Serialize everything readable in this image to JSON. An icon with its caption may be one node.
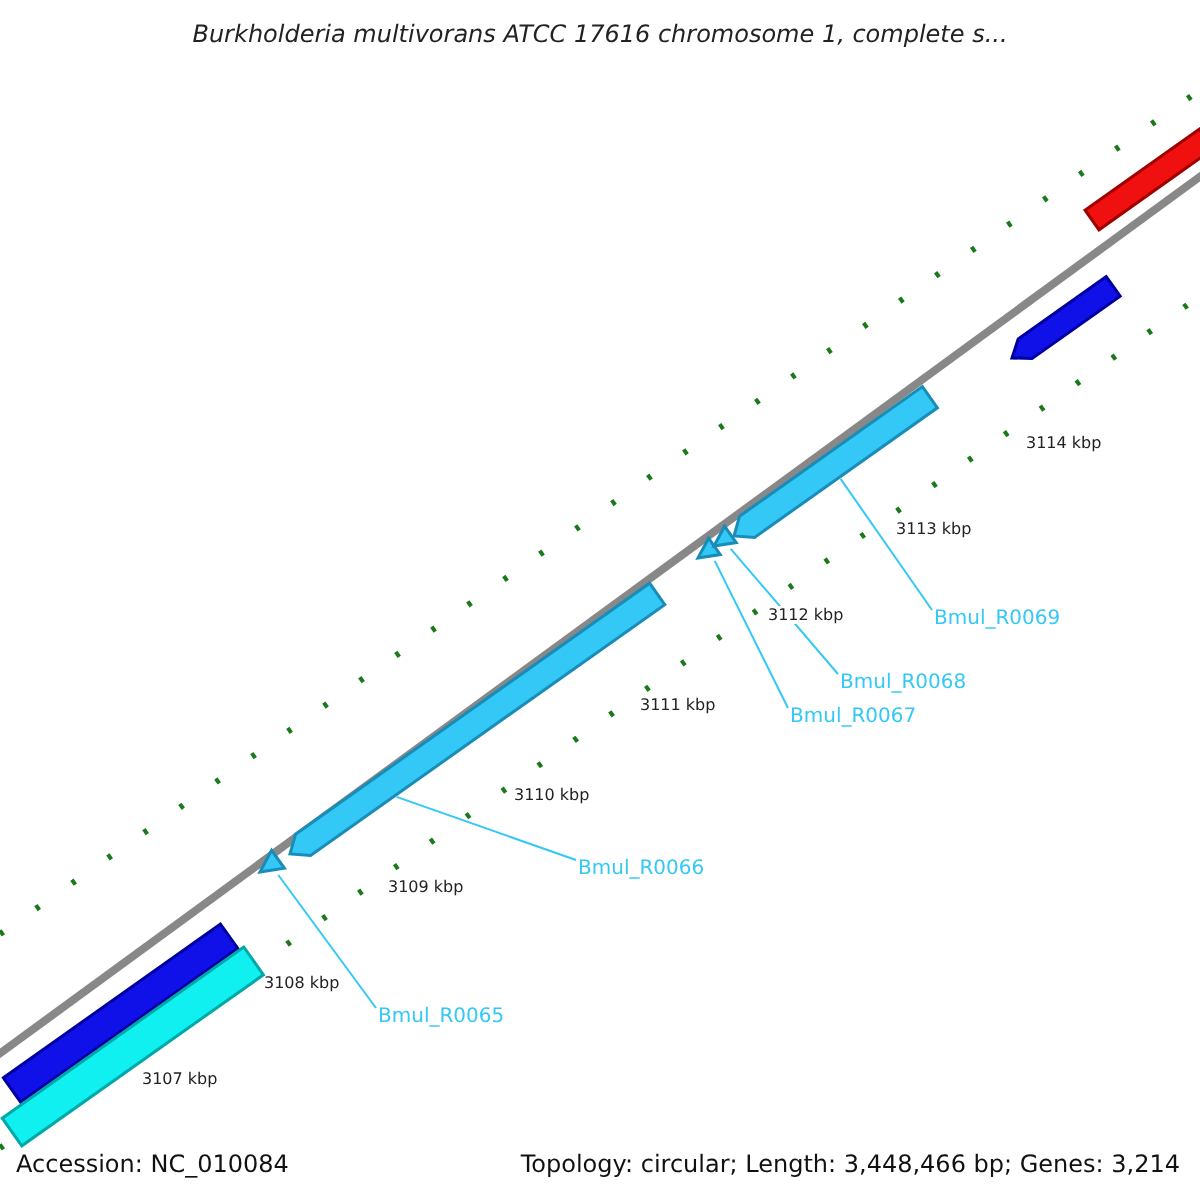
{
  "diagram": {
    "title": "Burkholderia multivorans ATCC 17616 chromosome 1, complete s...",
    "nodes": [
      {
        "text": [
          "Bmul_R0065"
        ]
      },
      {
        "text": [
          "Bmul_R0066"
        ]
      },
      {
        "text": [
          "Bmul_R0067"
        ]
      },
      {
        "text": [
          "Bmul_R0068"
        ]
      },
      {
        "text": [
          "Bmul_R0069"
        ]
      },
      {
        "text": [],
        "shape": "bar"
      },
      {
        "text": [],
        "shape": "bar"
      },
      {
        "text": [],
        "shape": "bar"
      },
      {
        "text": [],
        "shape": "bar"
      },
      {
        "text": [],
        "shape": "bar"
      },
      {
        "text": [],
        "shape": "bar"
      },
      {
        "text": [],
        "shape": "bar"
      },
      {
        "text": [],
        "shape": "bar"
      },
      {
        "text": [],
        "shape": "bar"
      }
    ],
    "edges": [
      {
        "from": 0,
        "to": 7,
        "arrow": "none"
      },
      {
        "from": 1,
        "to": 8,
        "arrow": "none"
      },
      {
        "from": 2,
        "to": 9,
        "arrow": "none"
      },
      {
        "from": 3,
        "to": 10,
        "arrow": "none"
      },
      {
        "from": 4,
        "to": 11,
        "arrow": "none"
      }
    ],
    "labels": [
      "3114 kbp",
      "3113 kbp",
      "3112 kbp",
      "3111 kbp",
      "3110 kbp",
      "3109 kbp",
      "3108 kbp",
      "3107 kbp",
      "Accession: NC_010084",
      "Topology: circular; Length: 3,448,466 bp; Genes: 3,214"
    ]
  }
}
